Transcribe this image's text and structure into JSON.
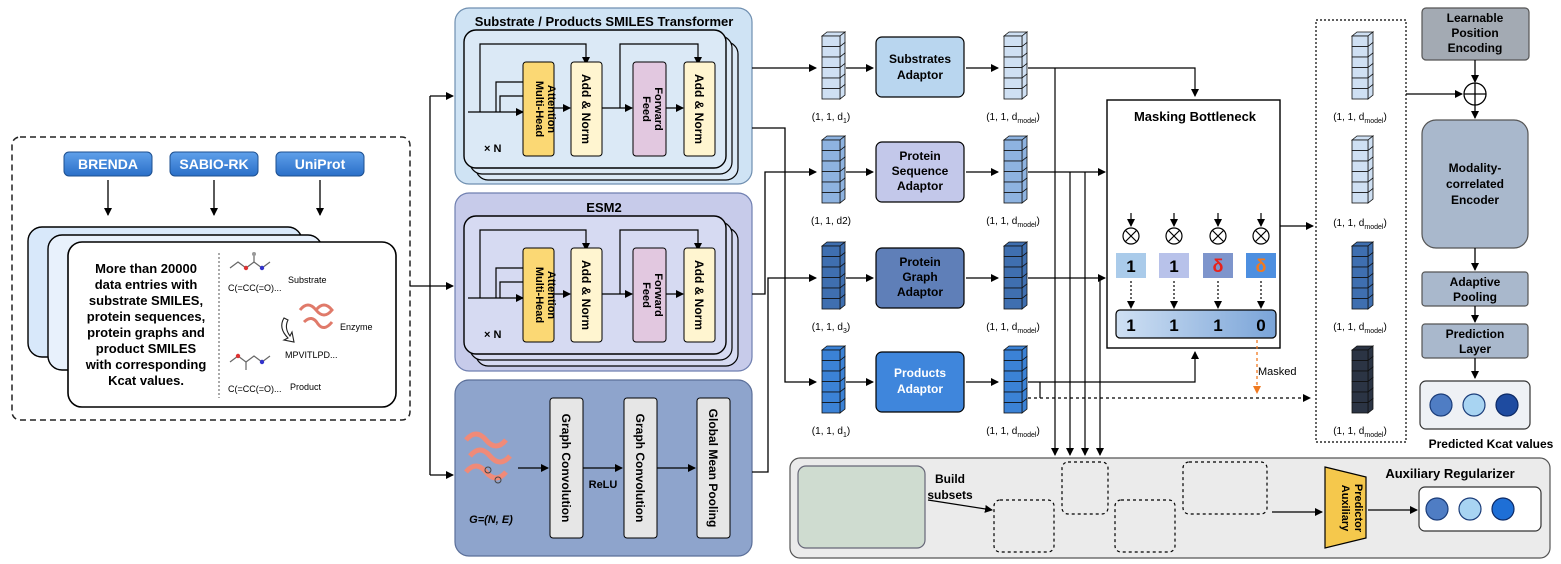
{
  "sources": {
    "brenda": "BRENDA",
    "sabio": "SABIO-RK",
    "uniprot": "UniProt"
  },
  "dataset": {
    "lines": [
      "More than 20000",
      "data entries with",
      "substrate SMILES,",
      "protein sequences,",
      "protein graphs and",
      "product SMILES",
      "with corresponding",
      "Kcat values."
    ],
    "substrate_label": "Substrate",
    "substrate_smiles": "C(=CC(=O)...",
    "enzyme_label": "Enzyme",
    "sequence": "MPVITLPD...",
    "product_smiles": "C(=CC(=O)...",
    "product_label": "Product"
  },
  "transformer": {
    "title": "Substrate / Products SMILES Transformer",
    "mha": [
      "Multi-Head",
      "Attention"
    ],
    "add_norm": "Add & Norm",
    "ffn": [
      "Feed",
      "Forward"
    ],
    "times_n": "× N"
  },
  "esm2": {
    "title": "ESM2",
    "mha": [
      "Multi-Head",
      "Attention"
    ],
    "add_norm": "Add & Norm",
    "ffn": [
      "Feed",
      "Forward"
    ],
    "times_n": "× N"
  },
  "gnn": {
    "graph_label": "G=(N, E)",
    "conv1": "Graph Convolution",
    "relu": "ReLU",
    "conv2": "Graph Convolution",
    "pool": "Global Mean Pooling"
  },
  "dims": {
    "d1_prefix": "(1, 1, d",
    "d1_sub": "1",
    "d2_text": "(1, 1, d2)",
    "d3_sub": "3",
    "dmodel_prefix": "(1, 1, d",
    "dmodel_sub": "model",
    "close": ")"
  },
  "adaptors": {
    "substrates": [
      "Substrates",
      "Adaptor"
    ],
    "protein_sequence": [
      "Protein",
      "Sequence",
      "Adaptor"
    ],
    "protein_graph": [
      "Protein",
      "Graph",
      "Adaptor"
    ],
    "products": [
      "Products",
      "Adaptor"
    ]
  },
  "masking": {
    "title": "Masking Bottleneck",
    "symbols": [
      "1",
      "1",
      "δ",
      "δ"
    ],
    "mask_values": [
      "1",
      "1",
      "1",
      "0"
    ],
    "masked_label": "Masked"
  },
  "auxiliary": {
    "title": "Auxiliary Regularizer",
    "build_subsets": [
      "Build",
      "subsets"
    ],
    "predictor": [
      "Auxiliary",
      "Predictor"
    ]
  },
  "right": {
    "position_encoding": [
      "Learnable",
      "Position",
      "Encoding"
    ],
    "encoder": [
      "Modality-",
      "correlated",
      "Encoder"
    ],
    "pooling": [
      "Adaptive",
      "Pooling"
    ],
    "prediction": [
      "Prediction",
      "Layer"
    ],
    "output_label": "Predicted Kcat values"
  },
  "colors": {
    "light_blue": "#cfe0f3",
    "mid_blue": "#8eb3e0",
    "dark_blue": "#3f6fb0",
    "bright_blue": "#3b82d6",
    "black_vec": "#2b3444",
    "mha": "#fbd874",
    "addnorm": "#fff5d0",
    "ffn": "#e2c8e0",
    "delta_red": "#e8221b",
    "delta_orange": "#f07a20"
  }
}
